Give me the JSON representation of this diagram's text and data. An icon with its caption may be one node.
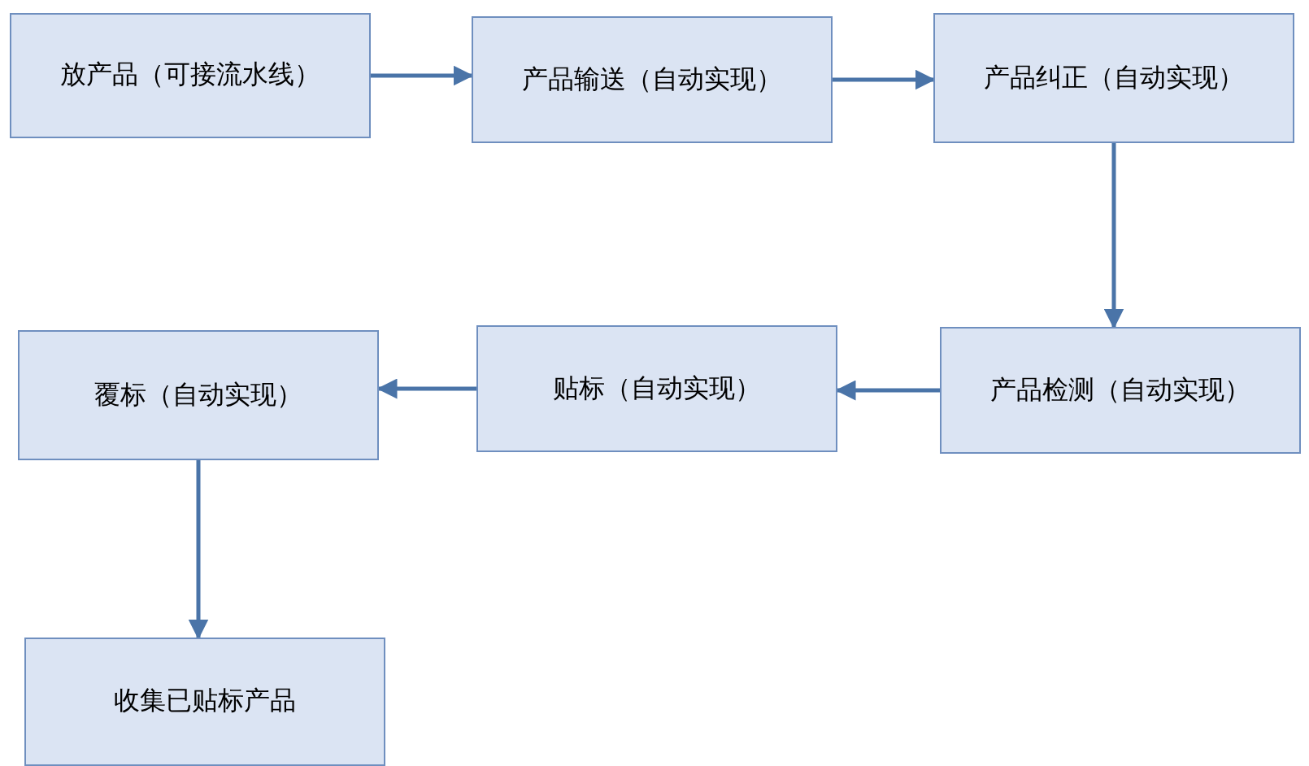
{
  "diagram": {
    "nodes": [
      {
        "text": [
          "放产品（可接流水线）"
        ]
      },
      {
        "text": [
          "产品输送（自动实现）"
        ]
      },
      {
        "text": [
          "产品纠正（自动实现）"
        ]
      },
      {
        "text": [
          "产品检测（自动实现）"
        ]
      },
      {
        "text": [
          "贴标（自动实现）"
        ]
      },
      {
        "text": [
          "覆标（自动实现）"
        ]
      },
      {
        "text": [
          "收集已贴标产品"
        ]
      }
    ],
    "edges": [
      {
        "from": 0,
        "to": 1,
        "arrow": "to"
      },
      {
        "from": 1,
        "to": 2,
        "arrow": "to"
      },
      {
        "from": 2,
        "to": 3,
        "arrow": "to"
      },
      {
        "from": 3,
        "to": 4,
        "arrow": "to"
      },
      {
        "from": 4,
        "to": 5,
        "arrow": "to"
      },
      {
        "from": 5,
        "to": 6,
        "arrow": "to"
      }
    ]
  }
}
